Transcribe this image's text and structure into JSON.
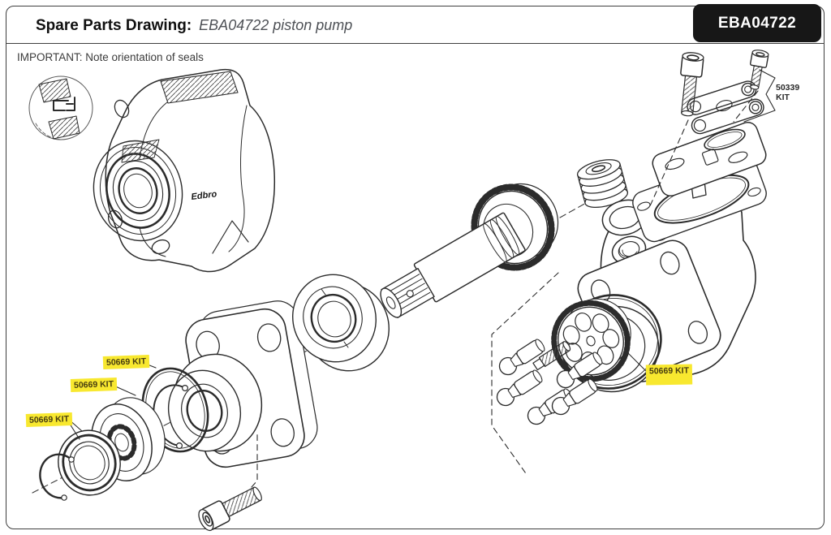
{
  "header": {
    "title_label": "Spare Parts Drawing:",
    "title_value": "EBA04722 piston pump",
    "part_number_badge": "EBA04722"
  },
  "note": "IMPORTANT: Note orientation of seals",
  "diagram": {
    "brand_logo": "Edbro",
    "seal_kit_label": "50669 KIT",
    "valve_kit_label": "50339 KIT",
    "highlight_color": "#f8e82f",
    "line_color": "#2b2b2b"
  }
}
